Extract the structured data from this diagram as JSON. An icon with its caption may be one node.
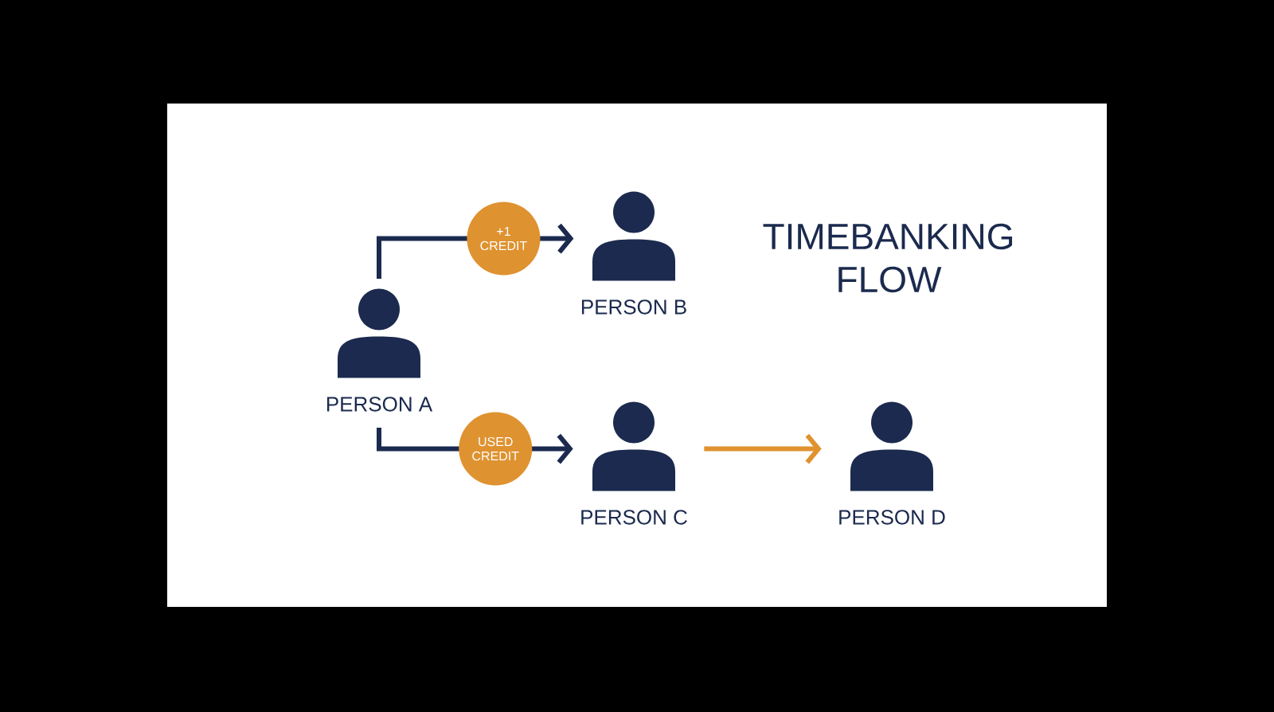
{
  "diagram": {
    "title": "TIMEBANKING FLOW",
    "nodes": [
      {
        "text": [
          "PERSON A"
        ]
      },
      {
        "text": [
          "PERSON B"
        ]
      },
      {
        "text": [
          "PERSON C"
        ]
      },
      {
        "text": [
          "PERSON D"
        ]
      }
    ],
    "edges": [
      {
        "from": 0,
        "to": 1,
        "arrow": "to",
        "label": "+1 CREDIT"
      },
      {
        "from": 0,
        "to": 2,
        "arrow": "to",
        "label": "USED CREDIT"
      },
      {
        "from": 2,
        "to": 3,
        "arrow": "to",
        "color": "#e0922f"
      }
    ]
  }
}
